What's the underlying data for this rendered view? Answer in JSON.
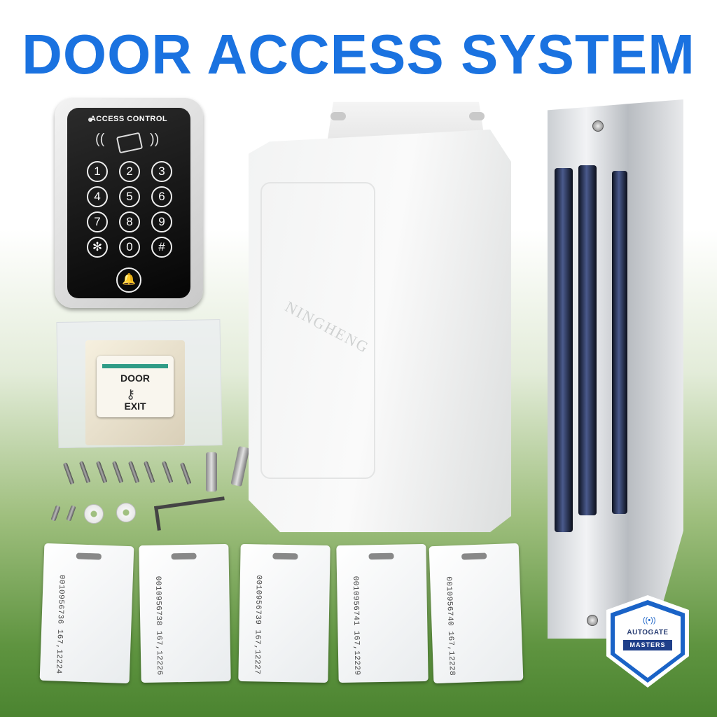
{
  "title": "DOOR ACCESS SYSTEM",
  "keypad": {
    "label": "ACCESS CONTROL",
    "keys": [
      "1",
      "2",
      "3",
      "4",
      "5",
      "6",
      "7",
      "8",
      "9",
      "✻",
      "0",
      "#"
    ],
    "bell_icon": "bell-icon"
  },
  "exit_button": {
    "line1": "DOOR",
    "line2": "EXIT",
    "icon": "key-icon"
  },
  "power_box": {
    "brand": "NINGHENG"
  },
  "cards": [
    {
      "number": "0010956736 167,12224"
    },
    {
      "number": "0010956738 167,12226"
    },
    {
      "number": "0010956739 167,12227"
    },
    {
      "number": "0010956741 167,12229"
    },
    {
      "number": "0010956740 167,12228"
    }
  ],
  "logo": {
    "line1": "AUTOGATE",
    "line2": "MASTERS"
  },
  "colors": {
    "title": "#1a72e0",
    "logo_blue": "#1a63c7"
  }
}
